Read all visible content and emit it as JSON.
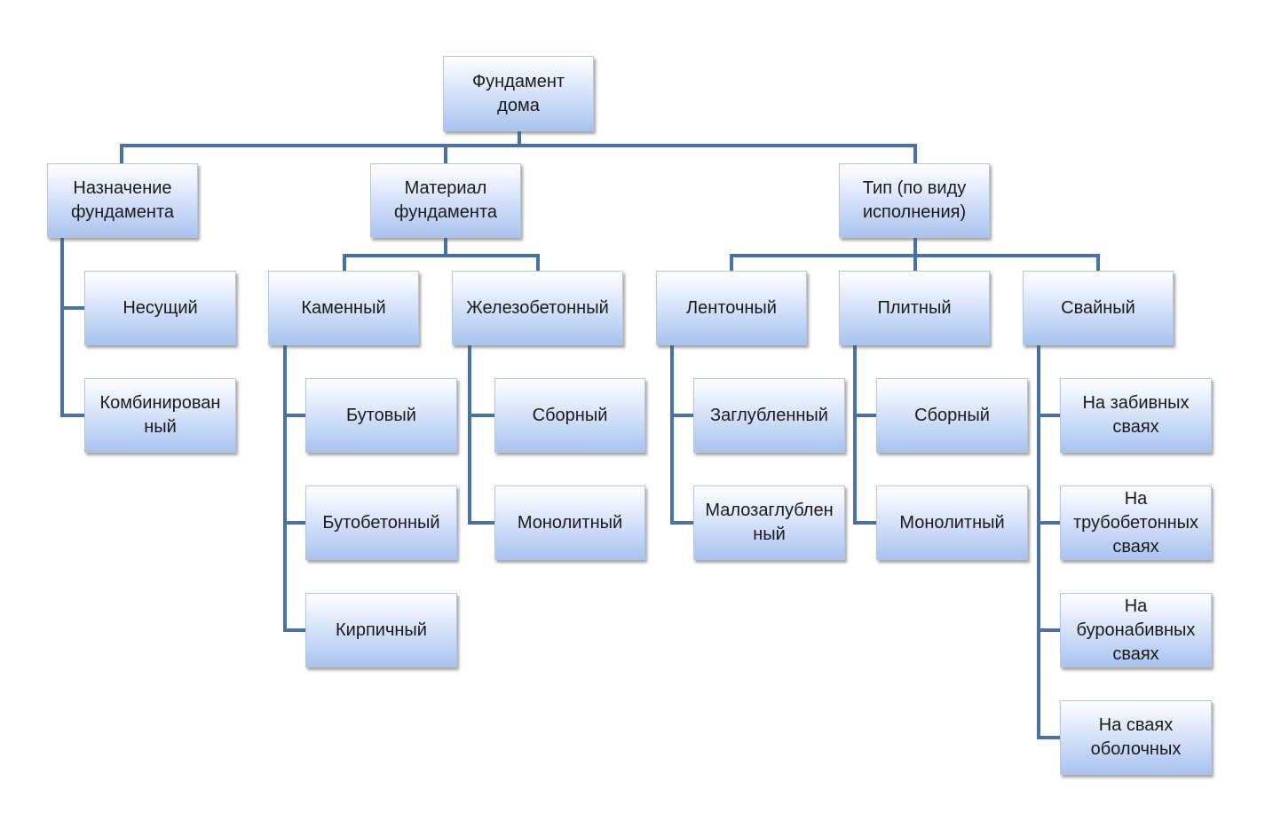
{
  "diagram": {
    "root": {
      "label": "Фундамент\nдома"
    },
    "branches": [
      {
        "label": "Назначение\nфундамента",
        "children": [
          {
            "label": "Несущий",
            "children": []
          },
          {
            "label": "Комбинирован\nный",
            "children": []
          }
        ]
      },
      {
        "label": "Материал\nфундамента",
        "children": [
          {
            "label": "Каменный",
            "children": [
              {
                "label": "Бутовый"
              },
              {
                "label": "Бутобетонный"
              },
              {
                "label": "Кирпичный"
              }
            ]
          },
          {
            "label": "Железобетонный",
            "children": [
              {
                "label": "Сборный"
              },
              {
                "label": "Монолитный"
              }
            ]
          }
        ]
      },
      {
        "label": "Тип (по виду\nисполнения)",
        "children": [
          {
            "label": "Ленточный",
            "children": [
              {
                "label": "Заглубленный"
              },
              {
                "label": "Малозаглублен\nный"
              }
            ]
          },
          {
            "label": "Плитный",
            "children": [
              {
                "label": "Сборный"
              },
              {
                "label": "Монолитный"
              }
            ]
          },
          {
            "label": "Свайный",
            "children": [
              {
                "label": "На забивных\nсваях"
              },
              {
                "label": "На\nтрубобетонных\nсваях"
              },
              {
                "label": "На\nбуронабивных\nсваях"
              },
              {
                "label": "На сваях\nоболочных"
              }
            ]
          }
        ]
      }
    ]
  },
  "colors": {
    "connector": "#4a71a3",
    "box_top": "#ffffff",
    "box_bottom": "#a9c3ef"
  }
}
